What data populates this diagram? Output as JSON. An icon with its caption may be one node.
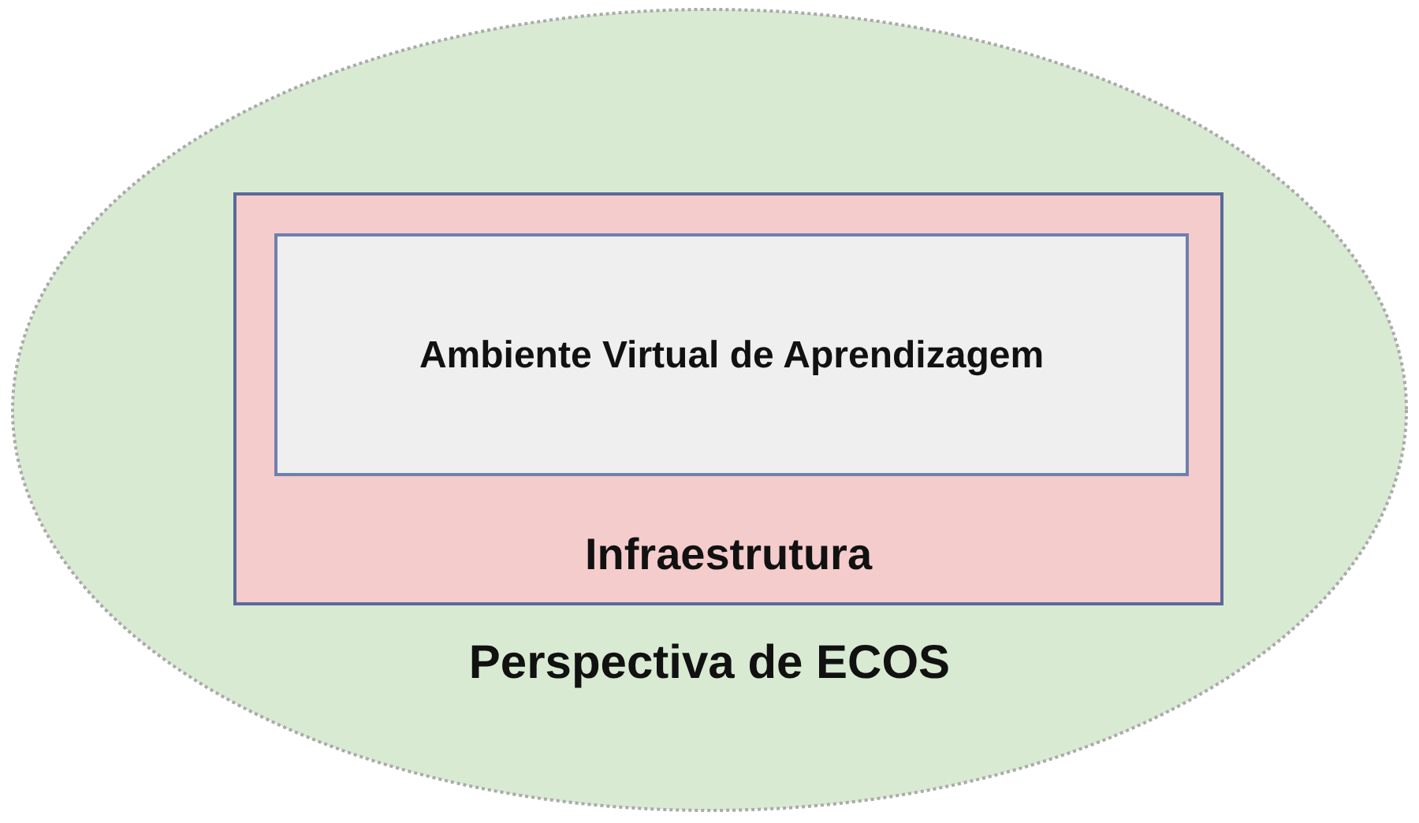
{
  "diagram": {
    "nodes": [
      {
        "text": [
          "Perspectiva de ECOS"
        ]
      },
      {
        "text": [
          "Infraestrutura"
        ],
        "in": 0
      },
      {
        "text": [
          "Ambiente Virtual de Aprendizagem"
        ],
        "in": 1
      }
    ]
  }
}
